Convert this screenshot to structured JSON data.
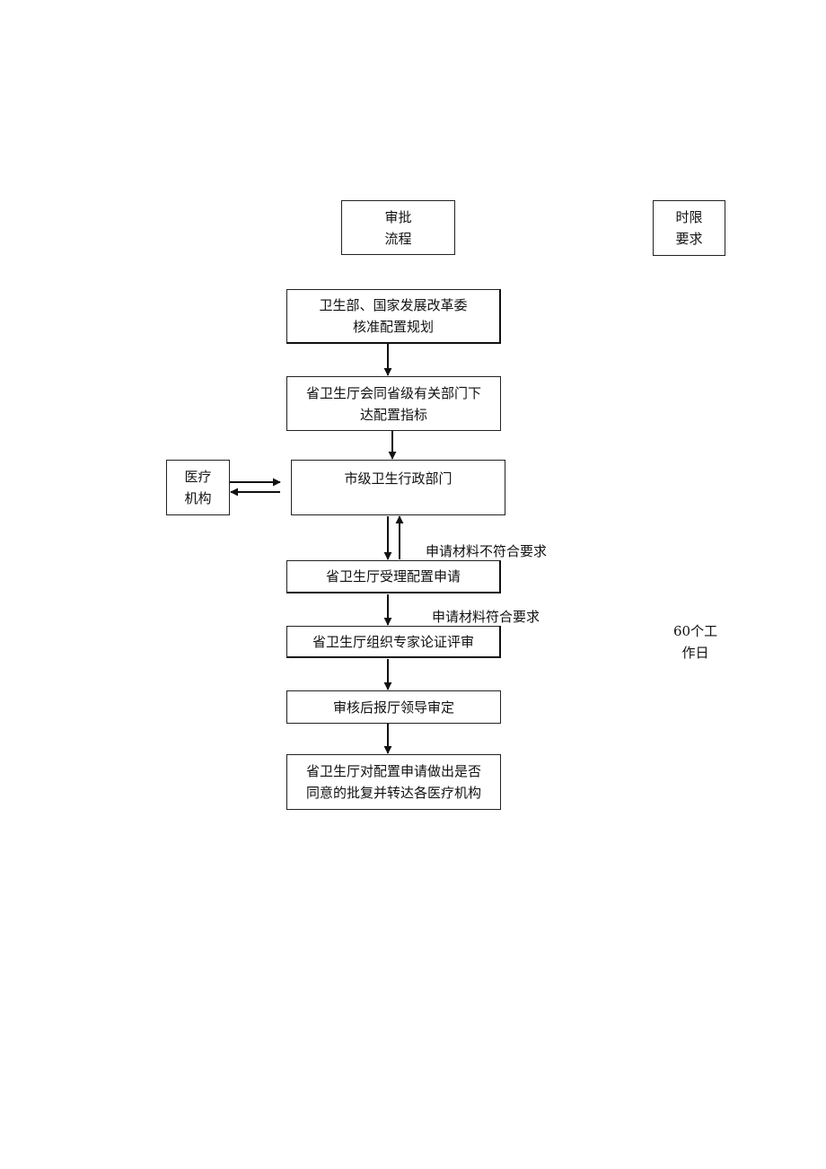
{
  "header": {
    "process": [
      "审批",
      "流程"
    ],
    "time_limit": [
      "时限",
      "要求"
    ]
  },
  "steps": {
    "step1": [
      "卫生部、国家发展改革委",
      "核准配置规划"
    ],
    "step2": [
      "省卫生厅会同省级有关部门下",
      "达配置指标"
    ],
    "step3": "市级卫生行政部门",
    "step4": "省卫生厅受理配置申请",
    "step5": "省卫生厅组织专家论证评审",
    "step6": "审核后报厅领导审定",
    "step7": [
      "省卫生厅对配置申请做出是否",
      "同意的批复并转达各医疗机构"
    ]
  },
  "side": {
    "institution": [
      "医疗",
      "机构"
    ]
  },
  "notes": {
    "not_meet": "申请材料不符合要求",
    "meet": "申请材料符合要求",
    "duration": [
      "60个工",
      "作日"
    ]
  }
}
